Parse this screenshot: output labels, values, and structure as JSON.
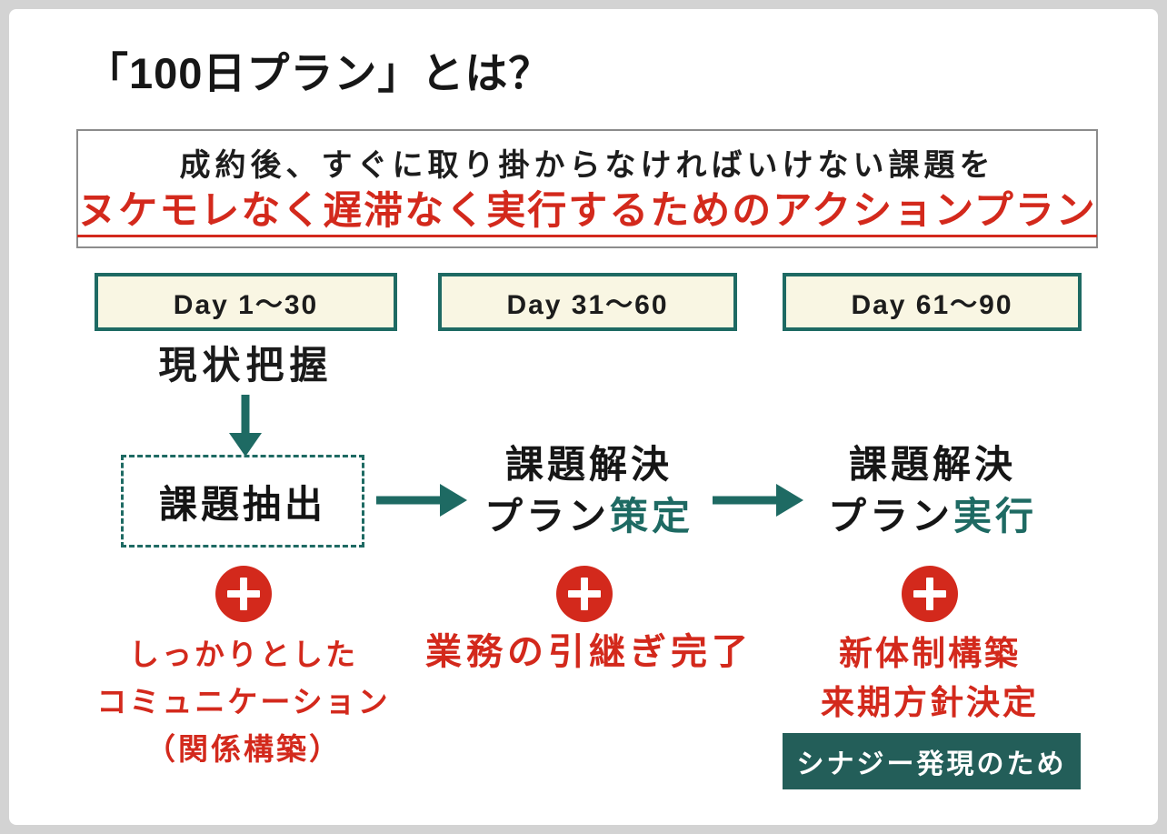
{
  "colors": {
    "teal_accent": "#1e6a63",
    "dark_teal_box": "#235e59",
    "red_accent": "#d3291c",
    "cream_fill": "#f9f6e3"
  },
  "slide": {
    "title": "「100日プラン」とは？",
    "intro": {
      "line1": "成約後、すぐに取り掛からなければいけない課題を",
      "line2": "ヌケモレなく遅滞なく実行するためのアクションプラン"
    },
    "columns": [
      {
        "day_label": "Day 1～30",
        "step_top": "現状把握",
        "step_box": "課題抽出",
        "plus_lines": [
          "しっかりとした",
          "コミュニケーション",
          "（関係構築）"
        ]
      },
      {
        "day_label": "Day 31～60",
        "step_line1": "課題解決",
        "step_line2_black": "プラン",
        "step_line2_teal": "策定",
        "plus_lines": [
          "業務の引継ぎ完了"
        ]
      },
      {
        "day_label": "Day 61～90",
        "step_line1": "課題解決",
        "step_line2_black": "プラン",
        "step_line2_teal": "実行",
        "plus_lines": [
          "新体制構築",
          "来期方針決定"
        ],
        "footer_label": "シナジー発現のため"
      }
    ]
  }
}
